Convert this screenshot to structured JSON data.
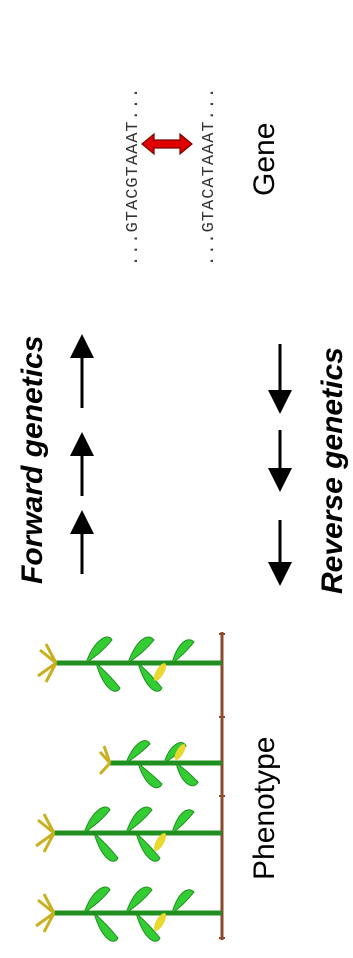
{
  "titles": {
    "forward": "Forward genetics",
    "reverse": "Reverse genetics"
  },
  "labels": {
    "phenotype": "Phenotype",
    "gene": "Gene"
  },
  "sequences": {
    "seq1": "...GTACGTAAAT...",
    "seq2": "...GTACATAAAT..."
  },
  "colors": {
    "leaf": "#33cc33",
    "leaf_dark": "#1f8f1f",
    "tassel": "#d8d040",
    "soil": "#8b4a2b",
    "mutation_arrow": "#e00000"
  }
}
